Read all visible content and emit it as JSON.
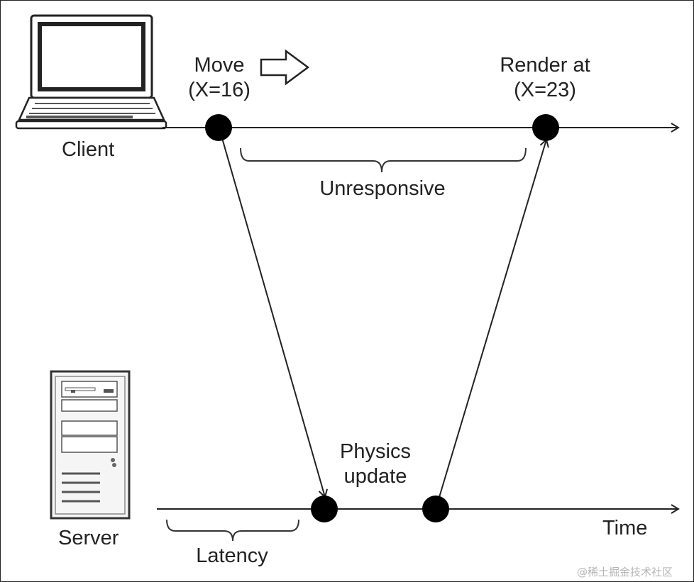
{
  "labels": {
    "client": "Client",
    "server": "Server",
    "move_line1": "Move",
    "move_line2": "(X=16)",
    "render_line1": "Render at",
    "render_line2": "(X=23)",
    "unresponsive": "Unresponsive",
    "physics_line1": "Physics",
    "physics_line2": "update",
    "latency": "Latency",
    "time": "Time"
  },
  "watermark": "@稀土掘金技术社区",
  "icons": [
    "laptop-icon",
    "server-tower-icon",
    "outline-right-arrow-icon"
  ],
  "colors": {
    "ink": "#111111",
    "background": "#ffffff"
  }
}
